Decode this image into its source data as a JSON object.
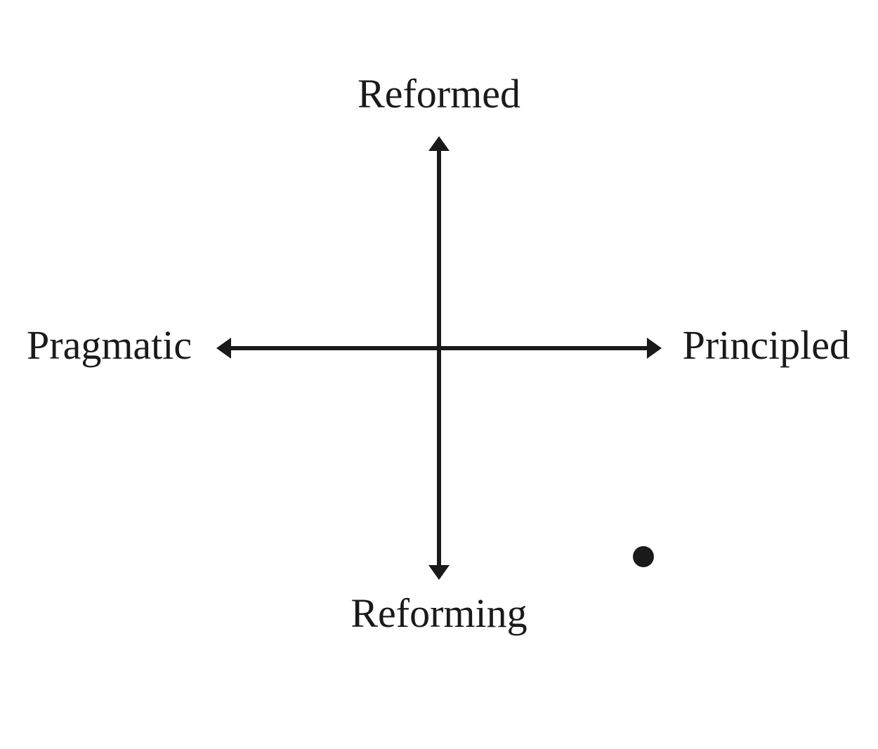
{
  "axes": {
    "top": "Reformed",
    "bottom": "Reforming",
    "left": "Pragmatic",
    "right": "Principled"
  },
  "colors": {
    "ink": "#1a1a1a",
    "background": "#ffffff"
  }
}
